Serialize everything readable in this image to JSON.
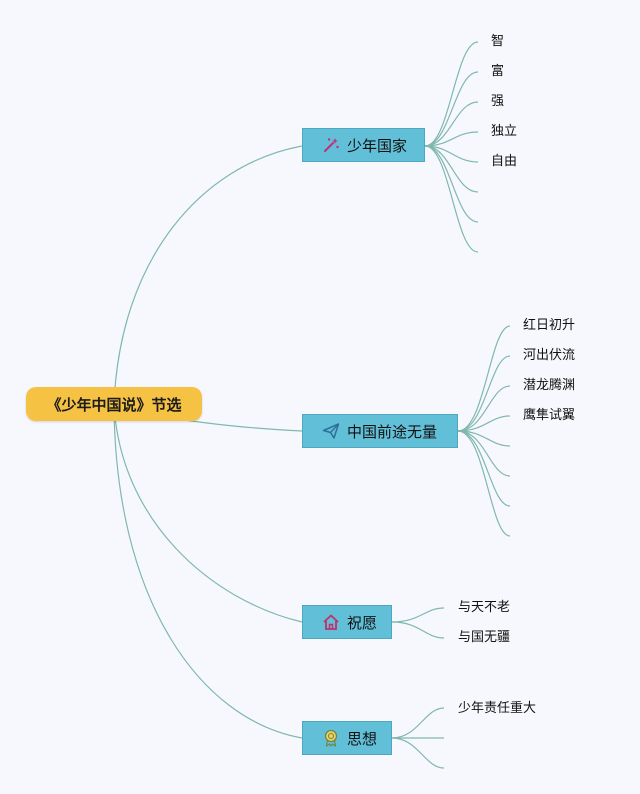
{
  "root": {
    "label": "《少年中国说》节选"
  },
  "branches": [
    {
      "label": "少年国家",
      "icon": "sparkle-wand-icon",
      "leaves": [
        "智",
        "富",
        "强",
        "独立",
        "自由"
      ]
    },
    {
      "label": "中国前途无量",
      "icon": "paper-plane-icon",
      "leaves": [
        "红日初升",
        "河出伏流",
        "潜龙腾渊",
        "鹰隼试翼"
      ]
    },
    {
      "label": "祝愿",
      "icon": "home-icon",
      "leaves": [
        "与天不老",
        "与国无疆"
      ]
    },
    {
      "label": "思想",
      "icon": "award-ribbon-icon",
      "leaves": [
        "少年责任重大"
      ]
    }
  ],
  "colors": {
    "root": "#f6c243",
    "branch": "#62bfd8",
    "connector": "#7fb8ad"
  }
}
